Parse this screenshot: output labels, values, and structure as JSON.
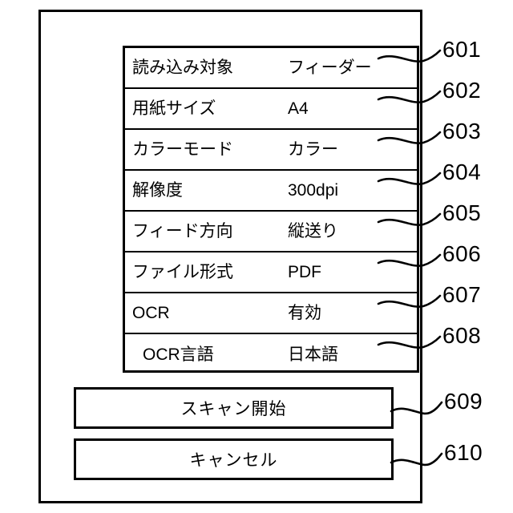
{
  "figure": {
    "type": "patent-figure",
    "description": "Scanner setting screen with settings list and action buttons"
  },
  "screen": {
    "settings_rows": [
      {
        "label": "読み込み対象",
        "value": "フィーダー",
        "ref": "601",
        "indented": false
      },
      {
        "label": "用紙サイズ",
        "value": "A4",
        "ref": "602",
        "indented": false
      },
      {
        "label": "カラーモード",
        "value": "カラー",
        "ref": "603",
        "indented": false
      },
      {
        "label": "解像度",
        "value": "300dpi",
        "ref": "604",
        "indented": false
      },
      {
        "label": "フィード方向",
        "value": "縦送り",
        "ref": "605",
        "indented": false
      },
      {
        "label": "ファイル形式",
        "value": "PDF",
        "ref": "606",
        "indented": false
      },
      {
        "label": "OCR",
        "value": "有効",
        "ref": "607",
        "indented": false
      },
      {
        "label": "OCR言語",
        "value": "日本語",
        "ref": "608",
        "indented": true
      }
    ],
    "buttons": [
      {
        "label": "スキャン開始",
        "ref": "609"
      },
      {
        "label": "キャンセル",
        "ref": "610"
      }
    ]
  },
  "reference_numerals": [
    {
      "id": "601",
      "text": "601"
    },
    {
      "id": "602",
      "text": "602"
    },
    {
      "id": "603",
      "text": "603"
    },
    {
      "id": "604",
      "text": "604"
    },
    {
      "id": "605",
      "text": "605"
    },
    {
      "id": "606",
      "text": "606"
    },
    {
      "id": "607",
      "text": "607"
    },
    {
      "id": "608",
      "text": "608"
    },
    {
      "id": "609",
      "text": "609"
    },
    {
      "id": "610",
      "text": "610"
    }
  ],
  "colors": {
    "line": "#000000",
    "background": "#ffffff"
  }
}
